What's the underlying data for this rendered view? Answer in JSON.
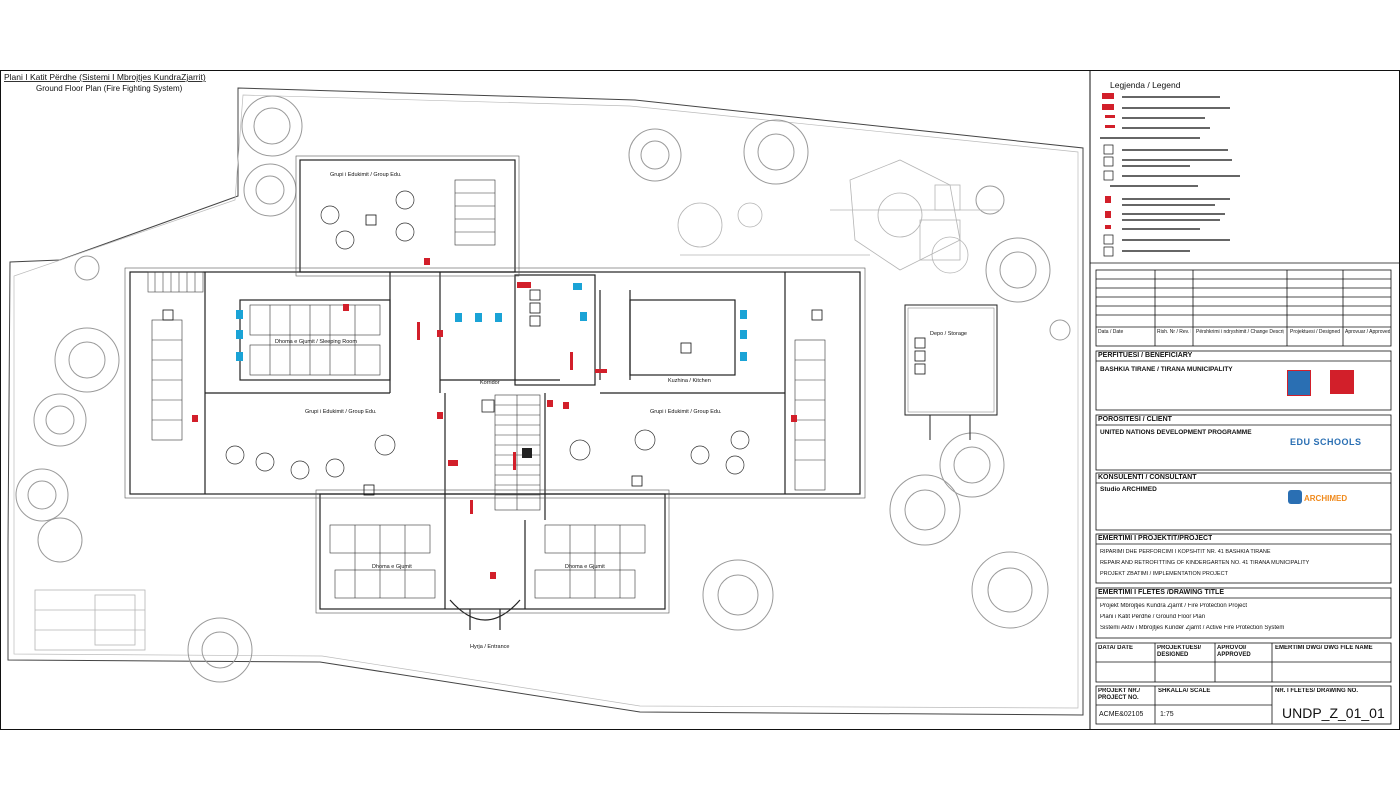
{
  "drawing": {
    "title_sq": "Plani I Katit Përdhe (Sistemi I Mbrojtjes KundraZjarrit)",
    "title_en": "Ground Floor Plan (Fire Fighting System)"
  },
  "legend": {
    "heading": "Legjenda / Legend"
  },
  "rooms": {
    "group_top": "Grupi i Edukimit / Group Edu.",
    "group_mid_left": "Grupi i Edukimit / Group Edu.",
    "group_mid_right": "Grupi i Edukimit / Group Edu.",
    "sleeping_left": "Dhoma e Gjumit / Sleeping Room",
    "sleeping_bottom_left": "Dhoma e Gjumit",
    "sleeping_bottom_right": "Dhoma e Gjumit",
    "kitchen": "Kuzhina / Kitchen",
    "corridor": "Korridor",
    "entrance": "Hyrja / Entrance",
    "outbuilding": "Depo / Storage"
  },
  "title_block": {
    "revision_headers": [
      "Data / Date",
      "Rish. Nr / Rev. No",
      "Përshkrimi i ndryshimit / Change Description",
      "Projektuesi / Designed",
      "Aprovuar / Approved"
    ],
    "beneficiary_head": "PËRFITUESI / BENEFICIARY",
    "beneficiary_name": "BASHKIA TIRANË / TIRANA MUNICIPALITY",
    "client_head": "POROSITËSI / CLIENT",
    "client_name": "UNITED NATIONS DEVELOPMENT PROGRAMME",
    "client_logo": "EDU SCHOOLS",
    "consultant_head": "KONSULENTI / CONSULTANT",
    "consultant_name": "Studio ARCHIMED",
    "consultant_logo": "ARCHIMED",
    "project_head": "EMËRTIMI I PROJEKTIT/PROJECT",
    "project_lines": [
      "RIPARIMI DHE PËRFORCIMI I KOPSHTIT NR. 41 BASHKIA TIRANË",
      "REPAIR AND RETROFITTING OF KINDERGARTEN NO. 41 TIRANA MUNICIPALITY",
      "PROJEKT ZBATIMI / IMPLEMENTATION PROJECT"
    ],
    "drawing_title_head": "EMËRTIMI I FLETËS /DRAWING TITLE",
    "drawing_title_lines": [
      "Projekt Mbrojtjes Kundra Zjarrit / Fire Protection Project",
      "Plani i Katit Përdhe / Ground Floor Plan",
      "Sistemi Aktiv i Mbrojtjes Kundër Zjarrit / Active Fire Protection System"
    ],
    "date_head": "DATA/ DATE",
    "designed_head": "PROJEKTUESI/ DESIGNED",
    "approved_head": "APROVOI/ APPROVED",
    "file_head": "EMËRTIMI DWG/ DWG FILE NAME",
    "project_no_head": "PROJEKT NR./ PROJECT NO.",
    "scale_head": "SHKALLA/ SCALE",
    "drawing_no_head": "NR. I FLETËS/ DRAWING NO.",
    "project_no": "ACME&02105",
    "scale": "1:75",
    "drawing_no": "UNDP_Z_01_01"
  },
  "colors": {
    "line": "#222222",
    "tree": "#9a9a9a",
    "fire_red": "#d21f2a",
    "wc_blue": "#1aa3d6",
    "logo_blue": "#2a6fb3",
    "logo_orange": "#f08a1c"
  }
}
